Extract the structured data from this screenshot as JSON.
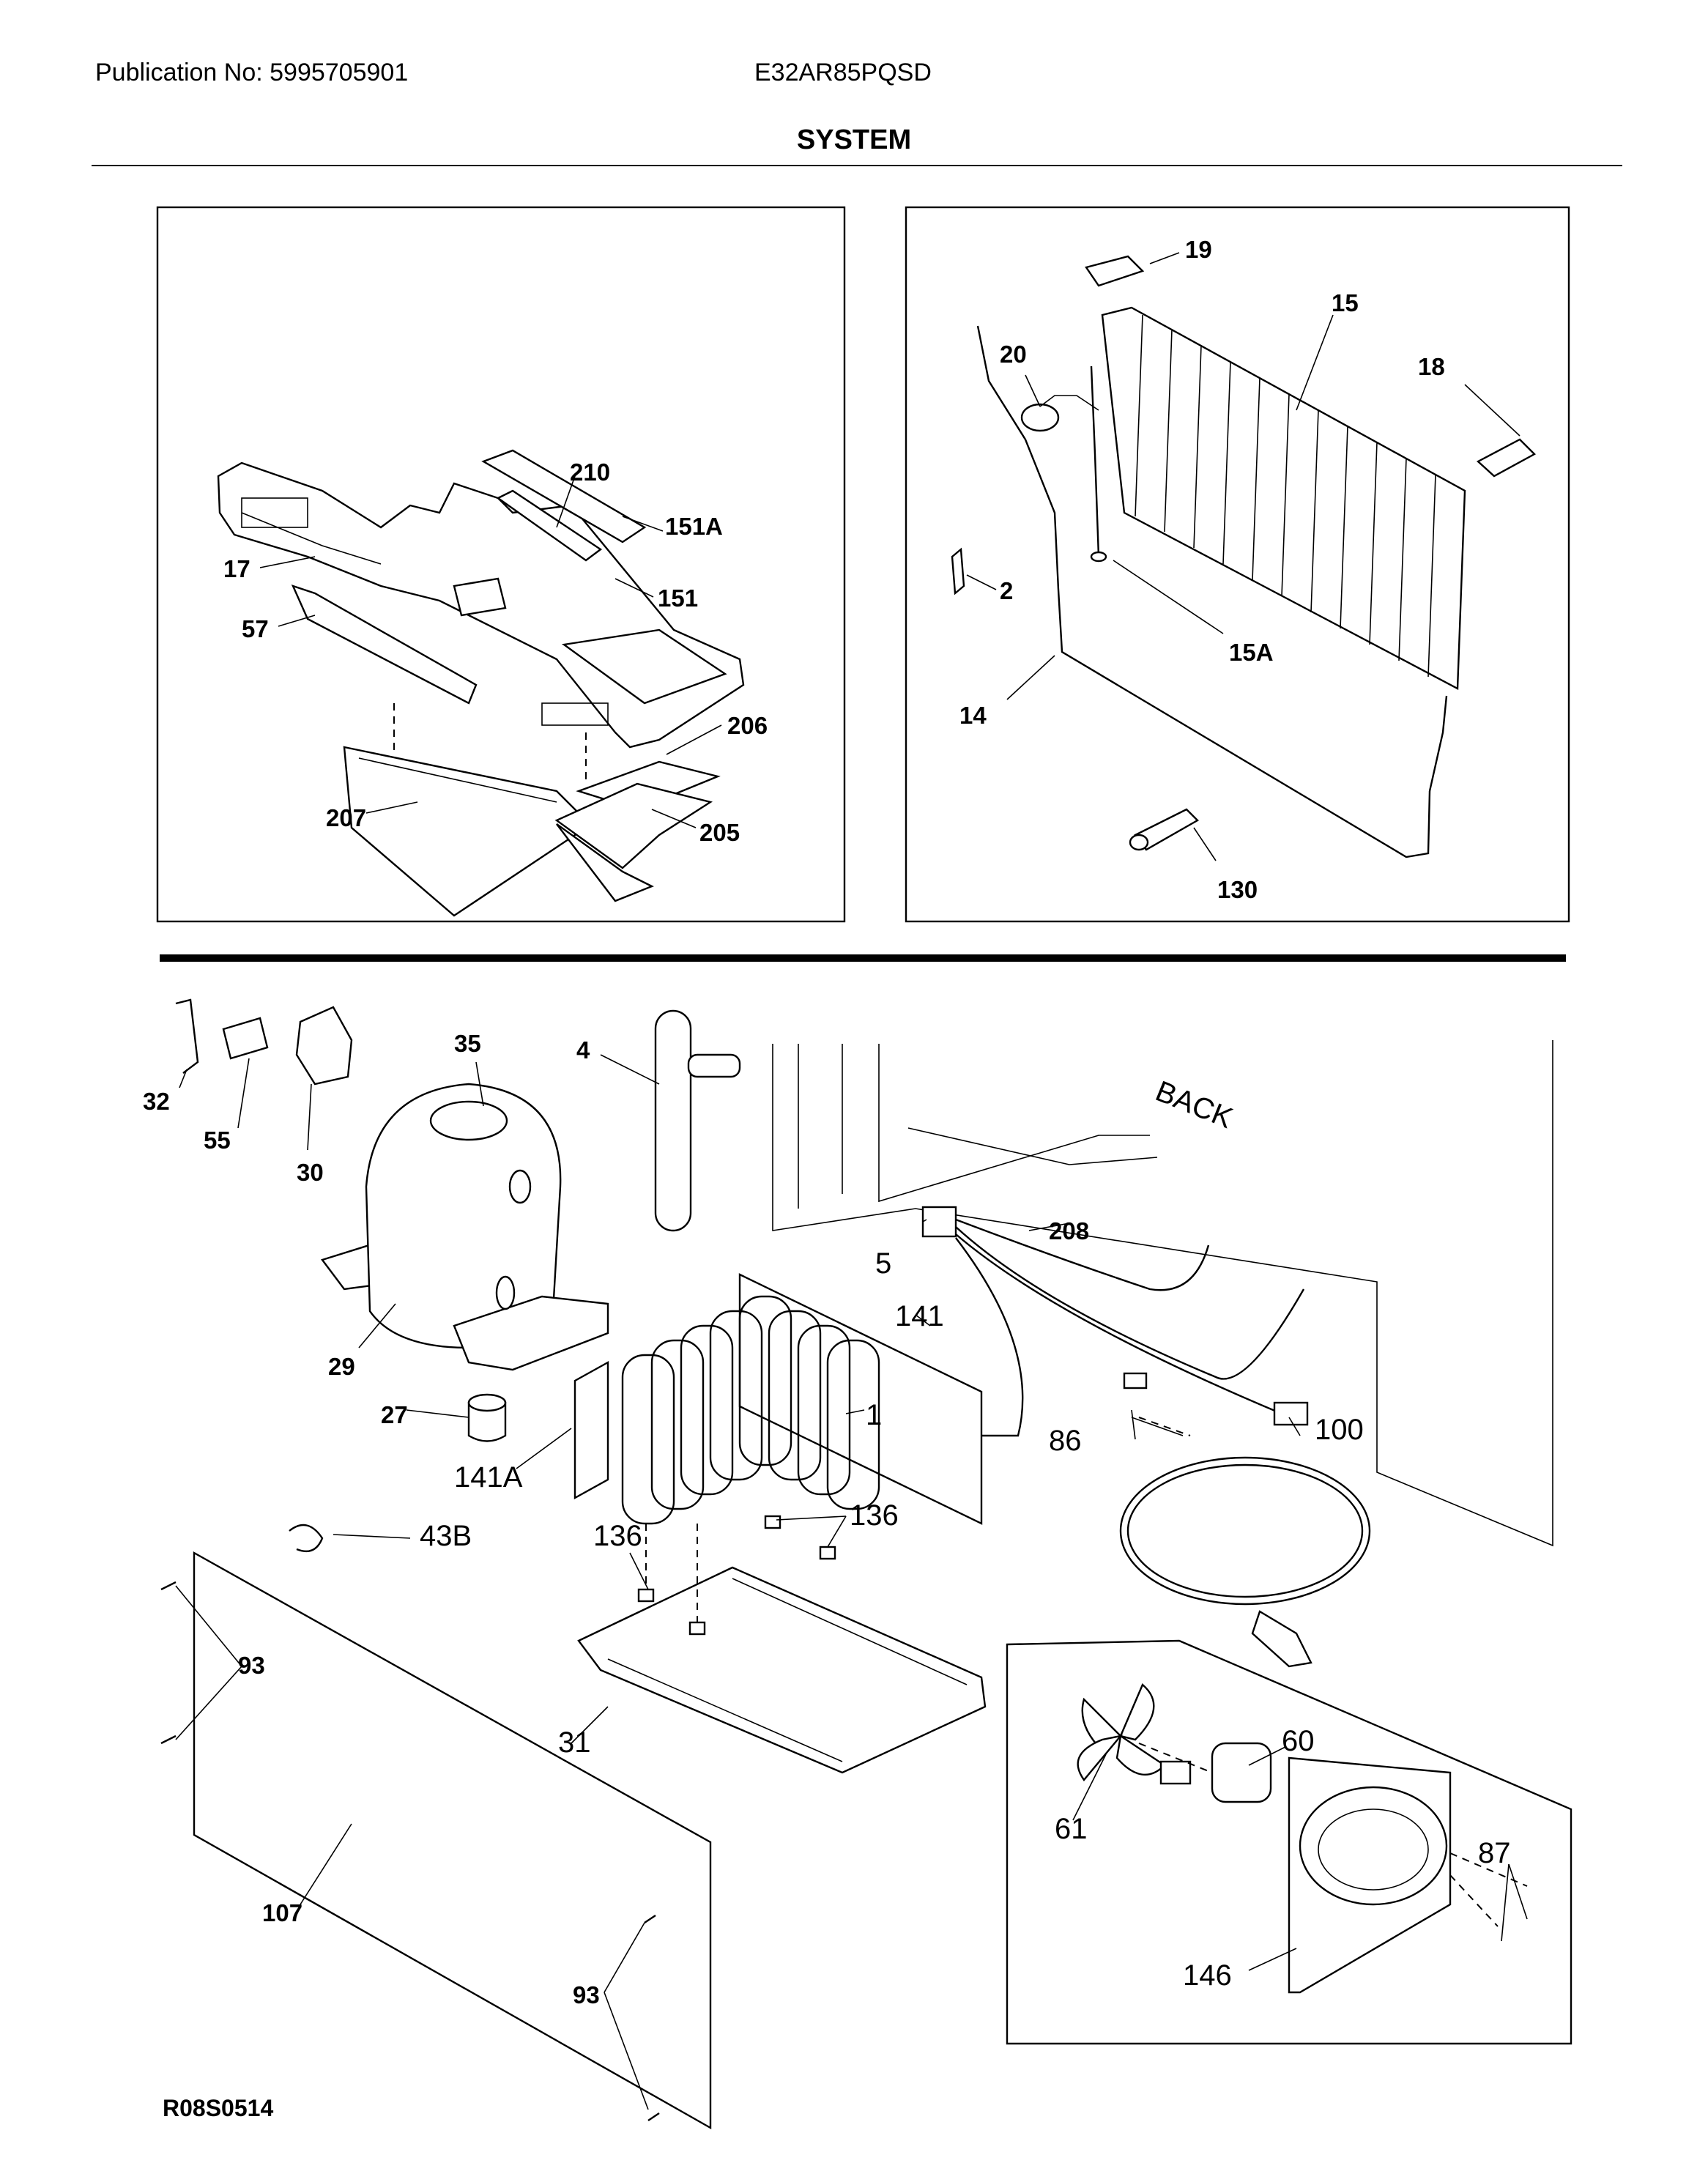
{
  "header": {
    "publication": "Publication No: 5995705901",
    "model": "E32AR85PQSD",
    "title": "SYSTEM"
  },
  "footer": {
    "diagram_code": "R08S0514"
  },
  "parts": {
    "p210": "210",
    "p151A": "151A",
    "p17": "17",
    "p151": "151",
    "p57": "57",
    "p206": "206",
    "p207": "207",
    "p205": "205",
    "p19": "19",
    "p15": "15",
    "p20": "20",
    "p18": "18",
    "p2": "2",
    "p15A": "15A",
    "p14": "14",
    "p130": "130",
    "p35": "35",
    "p4": "4",
    "p32": "32",
    "p55": "55",
    "p30": "30",
    "p29": "29",
    "p27": "27",
    "p208": "208",
    "p5": "5",
    "p141": "141",
    "p1": "1",
    "p141A": "141A",
    "p86": "86",
    "p100": "100",
    "p43B": "43B",
    "p136a": "136",
    "p136b": "136",
    "p93a": "93",
    "p31": "31",
    "p60": "60",
    "p61": "61",
    "p87": "87",
    "p107": "107",
    "p93b": "93",
    "p146": "146",
    "back": "BACK"
  }
}
